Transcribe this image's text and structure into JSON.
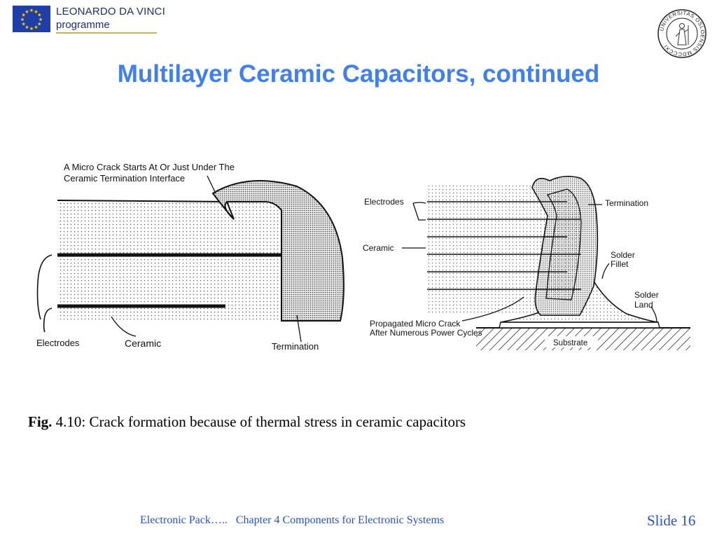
{
  "header": {
    "programme_name": "LEONARDO DA VINCI",
    "programme_sub": "programme",
    "seal_icon": "university-of-oslo-seal",
    "seal_text": "UNIVERSITAS OSLOENSIS MDCCCXI"
  },
  "slide": {
    "title": "Multilayer Ceramic Capacitors, continued"
  },
  "figure_left": {
    "label_crack_line1": "A Micro Crack Starts At Or Just Under The",
    "label_crack_line2": "Ceramic Termination Interface",
    "label_electrodes": "Electrodes",
    "label_ceramic": "Ceramic",
    "label_termination": "Termination"
  },
  "figure_right": {
    "label_electrodes": "Electrodes",
    "label_ceramic": "Ceramic",
    "label_termination": "Termination",
    "label_solder_fillet_1": "Solder",
    "label_solder_fillet_2": "Fillet",
    "label_solder_land_1": "Solder",
    "label_solder_land_2": "Land",
    "label_crack_1": "Propagated Micro Crack",
    "label_crack_2": "After Numerous Power Cycles",
    "label_substrate": "Substrate"
  },
  "caption": {
    "prefix": "Fig.",
    "text": " 4.10: Crack formation because of thermal stress in ceramic capacitors"
  },
  "footer": {
    "text": "Electronic Pack…..   Chapter 4 Components for Electronic Systems",
    "slide_number": "Slide 16"
  },
  "colors": {
    "title": "#3f7ff0",
    "footer": "#2a4fd0",
    "eu_flag": "#1f3fa6",
    "eu_stars": "#ffd400"
  }
}
